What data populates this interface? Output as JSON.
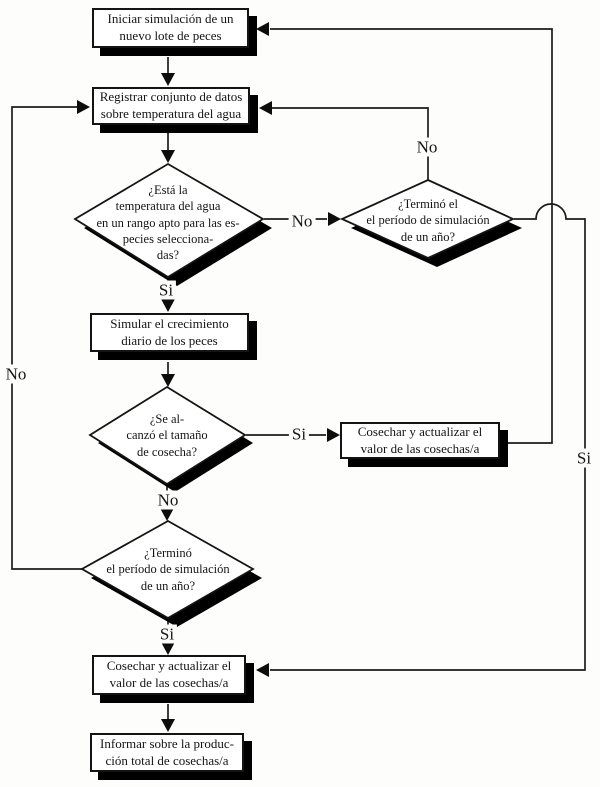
{
  "nodes": {
    "start": {
      "label": "Iniciar simulación de un\nnuevo lote de peces"
    },
    "register": {
      "label": "Registrar conjunto de datos\nsobre temperatura del agua"
    },
    "temp_check": {
      "label": "¿Está la\ntemperatura del agua\nen un rango apto para las es-\npecies selecciona-\ndas?"
    },
    "year_check_right": {
      "label": "¿Terminó el\nel período de simulación\nde un año?"
    },
    "simulate": {
      "label": "Simular el crecimiento\ndiario de los peces"
    },
    "size_check": {
      "label": "¿Se al-\ncanzó el tamaño\nde cosecha?"
    },
    "year_check_left": {
      "label": "¿Terminó\nel período de simulación\nde un año?"
    },
    "harvest_right": {
      "label": "Cosechar y actualizar el\nvalor de las cosechas/a"
    },
    "harvest_bottom": {
      "label": "Cosechar y actualizar el\nvalor de las cosechas/a"
    },
    "report": {
      "label": "Informar sobre la produc-\nción total de cosechas/a"
    }
  },
  "edge_labels": {
    "temp_no": "No",
    "temp_si": "Si",
    "year_right_no": "No",
    "year_right_si": "Si",
    "size_si": "Si",
    "size_no": "No",
    "year_left_no": "No",
    "year_left_si": "Si"
  },
  "colors": {
    "ink": "#141414",
    "paper": "#ffffff",
    "shadow": "#000000"
  }
}
